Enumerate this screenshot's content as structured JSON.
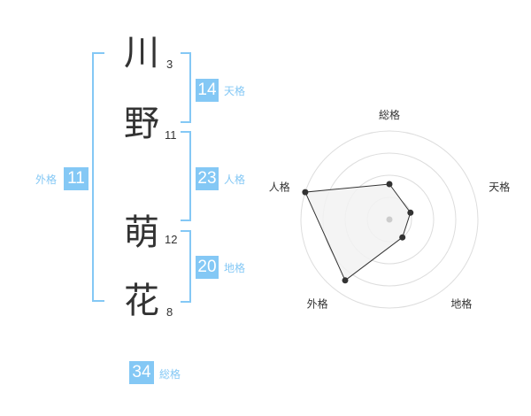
{
  "name": {
    "chars": [
      {
        "char": "川",
        "strokes": "3"
      },
      {
        "char": "野",
        "strokes": "11"
      },
      {
        "char": "萌",
        "strokes": "12"
      },
      {
        "char": "花",
        "strokes": "8"
      }
    ]
  },
  "fortunes": {
    "tenkaku": {
      "value": "14",
      "label": "天格"
    },
    "jinkaku": {
      "value": "23",
      "label": "人格"
    },
    "chikaku": {
      "value": "20",
      "label": "地格"
    },
    "gaikaku": {
      "value": "11",
      "label": "外格"
    },
    "soukaku": {
      "value": "34",
      "label": "総格"
    }
  },
  "chart_data": {
    "type": "radar",
    "axes": [
      "総格",
      "天格",
      "地格",
      "外格",
      "人格"
    ],
    "values": [
      0.4,
      0.25,
      0.25,
      0.85,
      1.0
    ],
    "range": [
      0,
      1
    ],
    "rings": 4,
    "colors": {
      "fill": "#f2f2f2",
      "line": "#333333",
      "grid": "#dddddd",
      "center": "#cccccc"
    }
  },
  "colors": {
    "accent": "#84c8f5",
    "text": "#333333"
  }
}
